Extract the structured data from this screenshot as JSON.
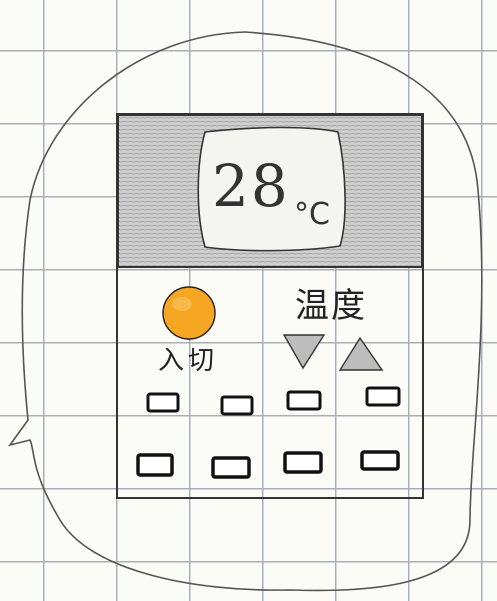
{
  "display": {
    "value": "28",
    "unit": "°C"
  },
  "power": {
    "label": "入切",
    "color": "#f5a623"
  },
  "temperature": {
    "label": "温度",
    "down_icon": "triangle-down-icon",
    "up_icon": "triangle-up-icon"
  },
  "buttons": {
    "rows": 2,
    "per_row": 4
  }
}
